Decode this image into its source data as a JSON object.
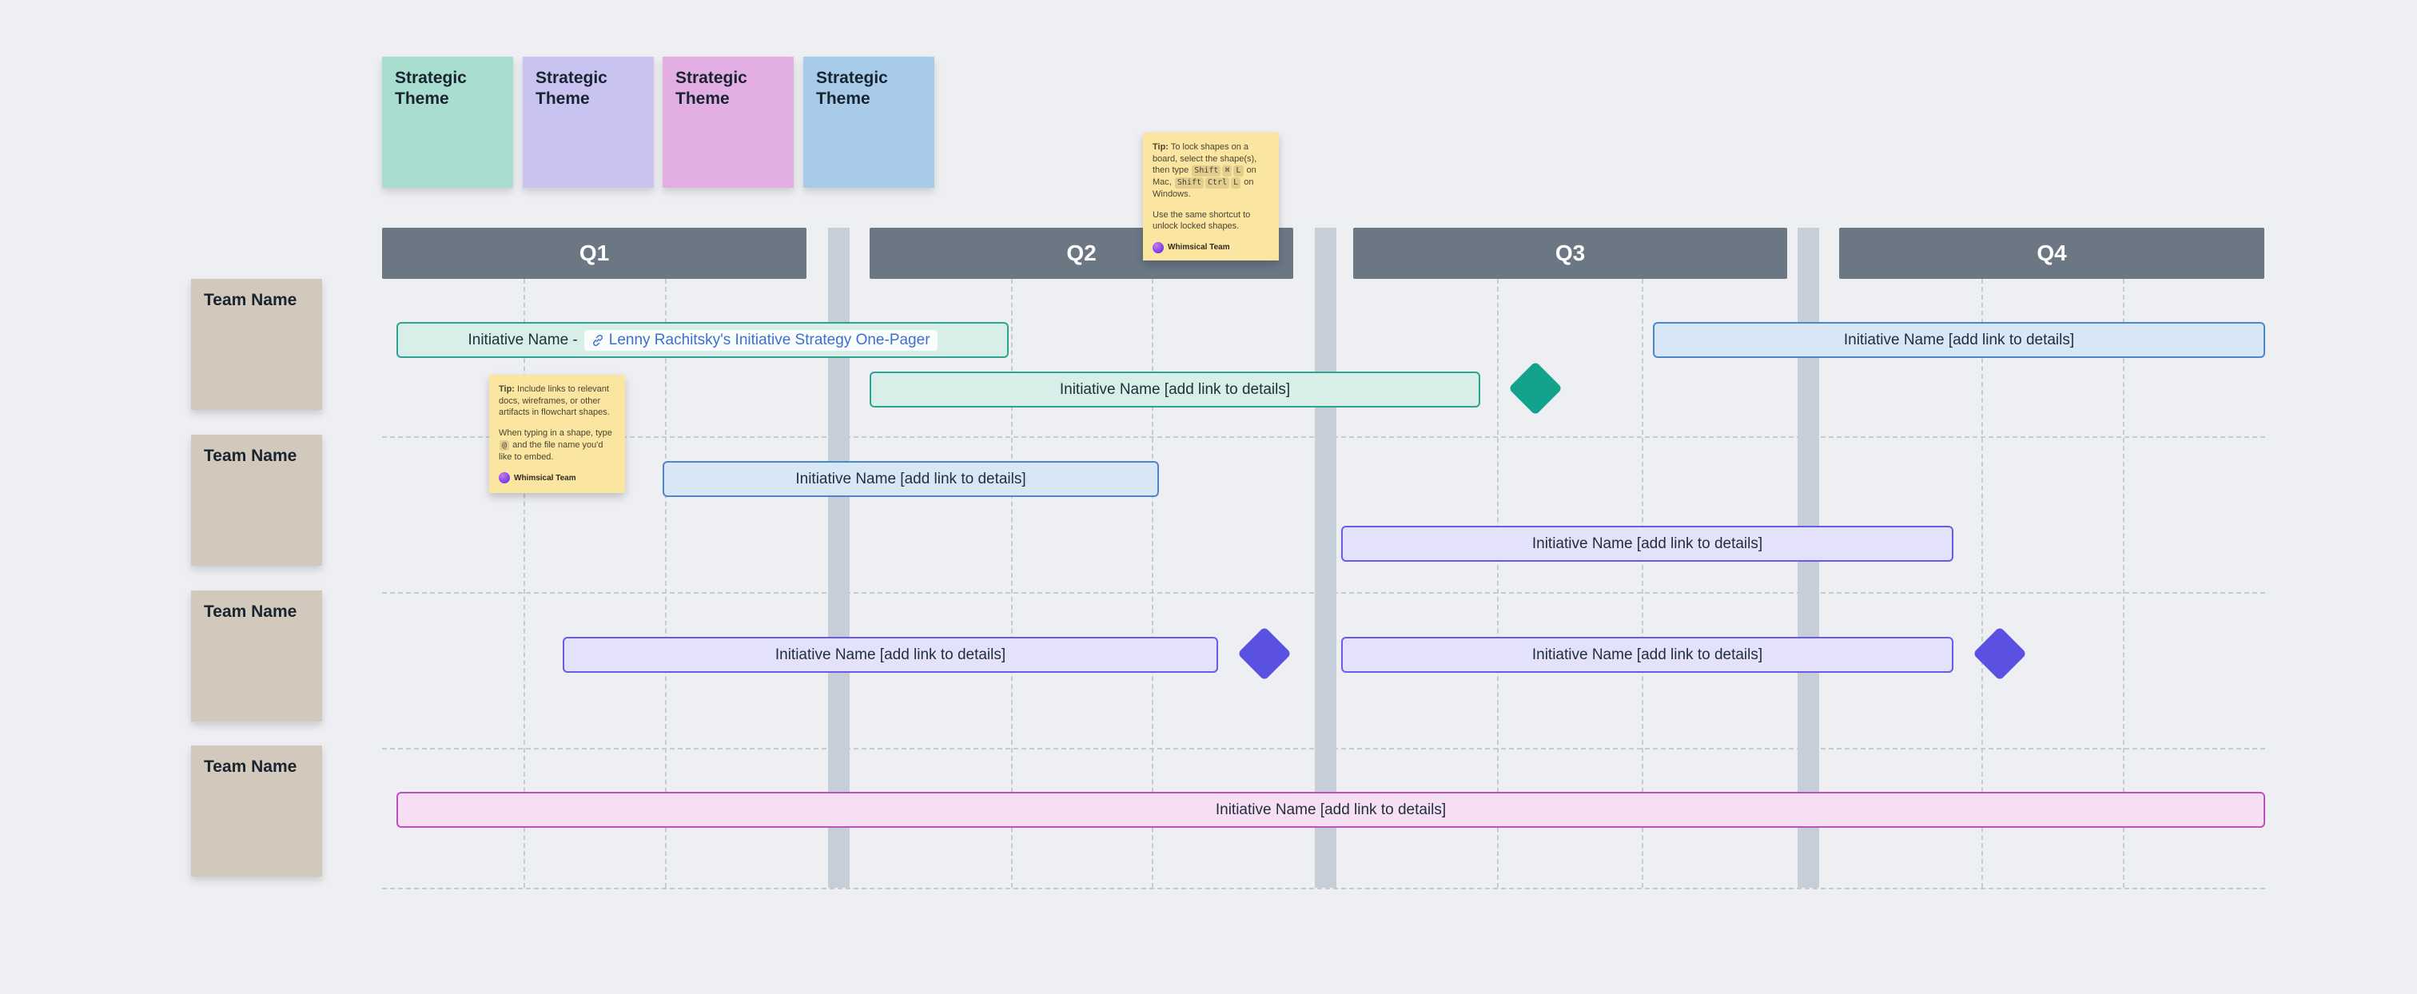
{
  "board": {
    "background": "#edeff2",
    "grid_line_color": "#c4ccd3",
    "quarter_header_color": "#6b7884"
  },
  "strategic_themes": [
    {
      "label": "Strategic Theme",
      "color": "#a8ddd0"
    },
    {
      "label": "Strategic Theme",
      "color": "#c9c3f1"
    },
    {
      "label": "Strategic Theme",
      "color": "#e3aee4"
    },
    {
      "label": "Strategic Theme",
      "color": "#a9cbea"
    }
  ],
  "quarters": [
    {
      "label": "Q1"
    },
    {
      "label": "Q2"
    },
    {
      "label": "Q3"
    },
    {
      "label": "Q4"
    }
  ],
  "teams": [
    {
      "label": "Team Name",
      "color": "#d2c9bc"
    },
    {
      "label": "Team Name",
      "color": "#d2c9bc"
    },
    {
      "label": "Team Name",
      "color": "#d2c9bc"
    },
    {
      "label": "Team Name",
      "color": "#d2c9bc"
    }
  ],
  "initiatives": {
    "teal_q1_linked": {
      "prefix": "Initiative Name -",
      "link_text": "Lenny Rachitsky's Initiative Strategy One-Pager",
      "fill": "#d7efe8",
      "border": "#2fa392"
    },
    "blue_q4": {
      "label": "Initiative Name [add link to details]",
      "fill": "#d8e7f6",
      "border": "#4d86c9"
    },
    "teal_q2": {
      "label": "Initiative Name [add link to details]",
      "fill": "#d7efe8",
      "border": "#2fa392"
    },
    "blue_row2": {
      "label": "Initiative Name [add link to details]",
      "fill": "#d8e7f6",
      "border": "#4d86c9"
    },
    "purple_row2_q3": {
      "label": "Initiative Name [add link to details]",
      "fill": "#e4e1fa",
      "border": "#6a5be8"
    },
    "purple_row3_q1q2": {
      "label": "Initiative Name [add link to details]",
      "fill": "#e4e1fa",
      "border": "#6a5be8"
    },
    "purple_row3_q3": {
      "label": "Initiative Name [add link to details]",
      "fill": "#e4e1fa",
      "border": "#6a5be8"
    },
    "pink_row4": {
      "label": "Initiative Name [add link to details]",
      "fill": "#f6def4",
      "border": "#bf4fbb"
    }
  },
  "milestones": {
    "teal": {
      "color": "#13a28b"
    },
    "purple_1": {
      "color": "#5a50e2"
    },
    "purple_2": {
      "color": "#5a50e2"
    }
  },
  "tips": {
    "lock_shapes": {
      "bold": "Tip:",
      "text_1": " To lock shapes on a board, select the shape(s), then type ",
      "keys_mac": [
        "Shift",
        "⌘",
        "L"
      ],
      "text_2": " on Mac, ",
      "keys_windows": [
        "Shift",
        "Ctrl",
        "L"
      ],
      "text_3": " on Windows.",
      "paragraph_2": "Use the same shortcut to unlock locked shapes.",
      "author": "Whimsical Team"
    },
    "include_links": {
      "bold": "Tip:",
      "text_1": " Include links to relevant docs, wireframes, or other artifacts in flowchart shapes.",
      "paragraph_2_pre": "When typing in a shape, type ",
      "key": "@",
      "paragraph_2_post": " and the file name you'd like to embed.",
      "author": "Whimsical Team"
    }
  }
}
